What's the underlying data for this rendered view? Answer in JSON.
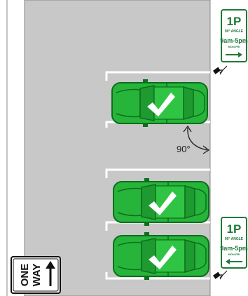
{
  "colors": {
    "road": "#c8c8c8",
    "curb": "#ffffff",
    "bay_line": "#ffffff",
    "car_body": "#27b43a",
    "car_dark": "#0d6e1c",
    "check": "#ffffff",
    "sign_green": "#1f7a3a"
  },
  "parking_sign_top": {
    "main": "1P",
    "line1": "90° ANGLE",
    "hours": "9am-5pm",
    "days": "MON-FRI",
    "arrow": "right"
  },
  "parking_sign_bottom": {
    "main": "1P",
    "line1": "90° ANGLE",
    "hours": "9am-5pm",
    "days": "MON-FRI",
    "arrow": "left"
  },
  "angle_label": "90°",
  "one_way_sign": {
    "line1": "ONE",
    "line2": "WAY",
    "arrow": "up"
  },
  "cars": [
    {
      "status": "check-icon"
    },
    {
      "status": "check-icon"
    },
    {
      "status": "check-icon"
    }
  ]
}
